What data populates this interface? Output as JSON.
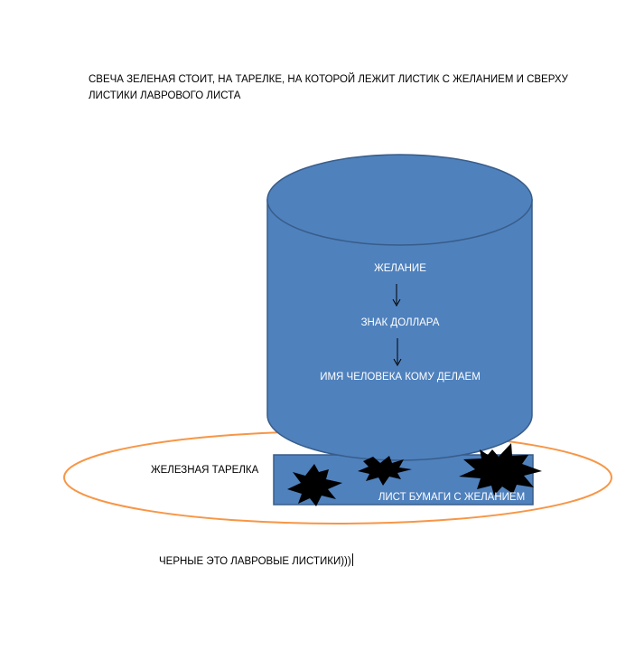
{
  "heading": {
    "line1": "СВЕЧА ЗЕЛЕНАЯ  СТОИТ, НА ТАРЕЛКЕ, НА КОТОРОЙ ЛЕЖИТ ЛИСТИК  С ЖЕЛАНИЕМ И СВЕРХУ",
    "line2": "ЛИСТИКИ  ЛАВРОВОГО ЛИСТА"
  },
  "candle": {
    "line1": "ЖЕЛАНИЕ",
    "line2": "ЗНАК ДОЛЛАРА",
    "line3": "ИМЯ ЧЕЛОВЕКА КОМУ ДЕЛАЕМ"
  },
  "plate": {
    "label": "ЖЕЛЕЗНАЯ  ТАРЕЛКА"
  },
  "paper": {
    "label": "ЛИСТ БУМАГИ С ЖЕЛАНИЕМ"
  },
  "footer": {
    "note": "ЧЕРНЫЕ ЭТО ЛАВРОВЫЕ ЛИСТИКИ)))"
  },
  "colors": {
    "candle_fill": "#4F81BD",
    "candle_stroke": "#385D8A",
    "plate_stroke": "#F79646",
    "leaf_fill": "#000000",
    "text_on_candle": "#FFFFFF",
    "text": "#000000"
  }
}
